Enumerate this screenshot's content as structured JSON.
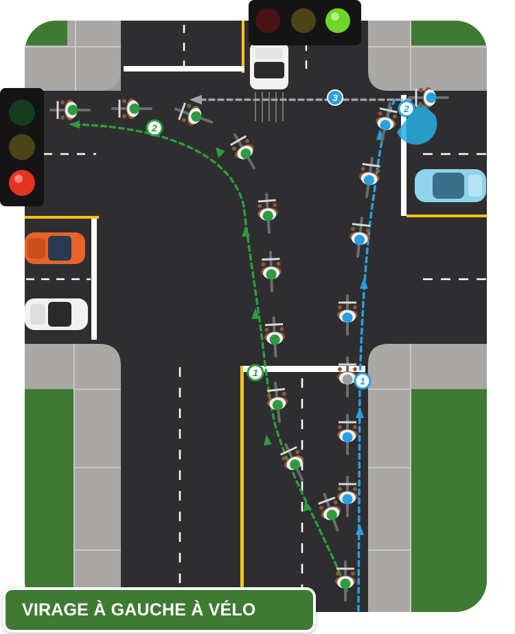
{
  "caption": {
    "title": "VIRAGE À GAUCHE À VÉLO"
  },
  "markers": {
    "green_1": "1",
    "green_2": "2",
    "blue_1": "1",
    "blue_2": "2",
    "grey_3": "3"
  },
  "signals": {
    "top_light": {
      "active": "green"
    },
    "left_light": {
      "active": "red"
    }
  },
  "colors": {
    "asphalt": "#2e2e30",
    "sidewalk": "#a9a8a4",
    "grass": "#3f7a33",
    "green_route": "#2f9a40",
    "blue_route": "#2a9fe0",
    "grey_route": "#a0a4aa",
    "curb_yellow": "#f4c21b",
    "signal_red": "#e53323",
    "signal_green": "#6fd62a",
    "signal_off_red": "#4a1414",
    "signal_off_yellow": "#4a4416",
    "signal_off_green": "#143c1c"
  },
  "icons": [
    "traffic-light-icon",
    "cyclist-icon",
    "car-icon",
    "arrow-icon"
  ]
}
